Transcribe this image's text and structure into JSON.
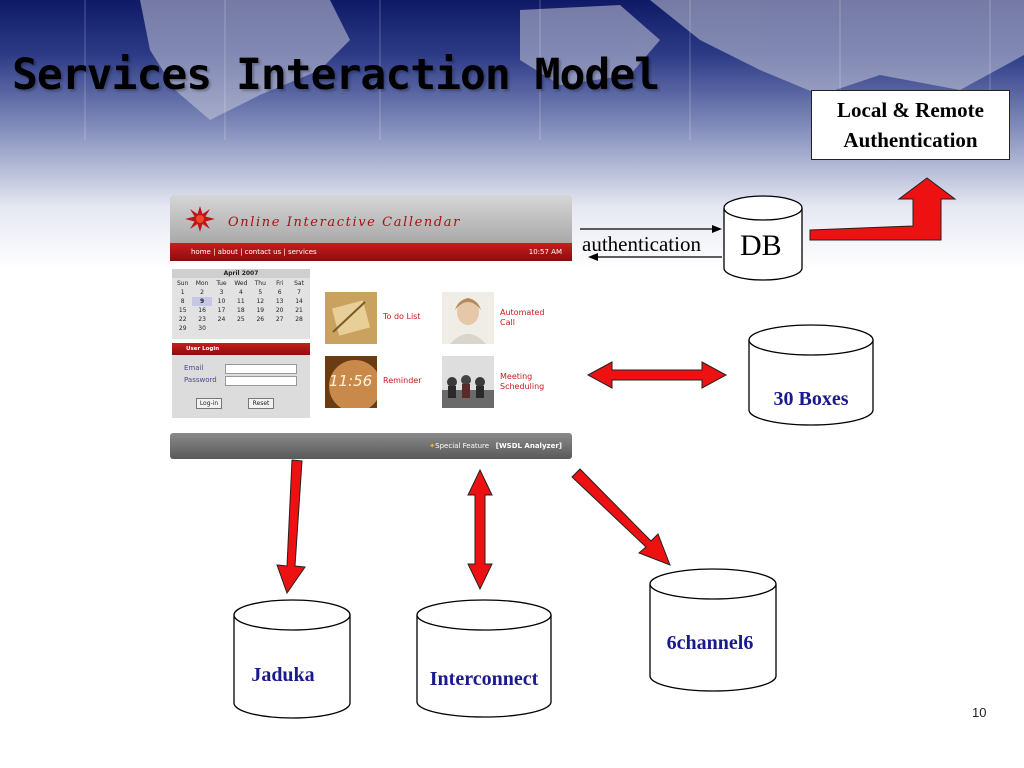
{
  "slide": {
    "title": "Services Interaction Model",
    "page_number": "10"
  },
  "auth_box": {
    "line1": "Local & Remote",
    "line2": "Authentication"
  },
  "labels": {
    "authentication": "authentication",
    "db": "DB"
  },
  "databases": {
    "thirty_boxes": "30 Boxes",
    "jaduka": "Jaduka",
    "interconnect": "Interconnect",
    "channel6": "6channel6"
  },
  "website": {
    "title": "Online Interactive Callendar",
    "nav": "home | about | contact us | services",
    "time": "10:57 AM",
    "calendar": {
      "month": "April 2007",
      "days": [
        "Sun",
        "Mon",
        "Tue",
        "Wed",
        "Thu",
        "Fri",
        "Sat"
      ],
      "weeks": [
        [
          "1",
          "2",
          "3",
          "4",
          "5",
          "6",
          "7"
        ],
        [
          "8",
          "9",
          "10",
          "11",
          "12",
          "13",
          "14"
        ],
        [
          "15",
          "16",
          "17",
          "18",
          "19",
          "20",
          "21"
        ],
        [
          "22",
          "23",
          "24",
          "25",
          "26",
          "27",
          "28"
        ],
        [
          "29",
          "30",
          "",
          "",
          "",
          "",
          ""
        ]
      ]
    },
    "login": {
      "heading": "User Login",
      "email_label": "Email",
      "password_label": "Password",
      "login_button": "Log-in",
      "reset_button": "Reset"
    },
    "tiles": {
      "todo": "To do List",
      "automated_line1": "Automated",
      "automated_line2": "Call",
      "reminder": "Reminder",
      "reminder_clock": "11:56",
      "meeting_line1": "Meeting",
      "meeting_line2": "Scheduling"
    },
    "footer": {
      "special": "Special Feature",
      "wsdl": "[WSDL Analyzer]"
    }
  },
  "colors": {
    "arrow_red": "#ee1111",
    "db_label_blue": "#1a1a8c",
    "site_red": "#b81616"
  }
}
